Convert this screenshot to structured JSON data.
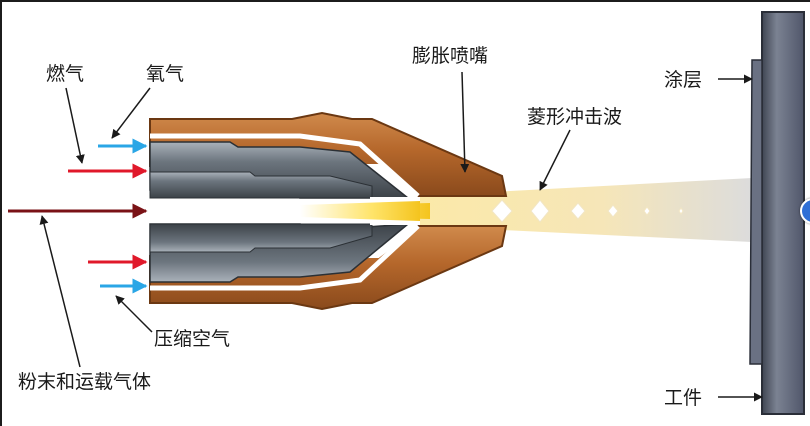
{
  "labels": {
    "fuel_gas": "燃气",
    "oxygen": "氧气",
    "expansion_nozzle": "膨胀喷嘴",
    "shock_diamonds": "菱形冲击波",
    "coating": "涂层",
    "compressed_air": "压缩空气",
    "powder_carrier_gas": "粉末和运载气体",
    "workpiece": "工件"
  },
  "colors": {
    "nozzle_copper": "#b5672b",
    "inner_steel": "#5e6770",
    "fuel_arrow": "#e0182a",
    "oxygen_arrow": "#2aa6e6",
    "powder_arrow": "#7a1216",
    "jet_glow": "#f5d57c",
    "workpiece": "#5f6676"
  }
}
